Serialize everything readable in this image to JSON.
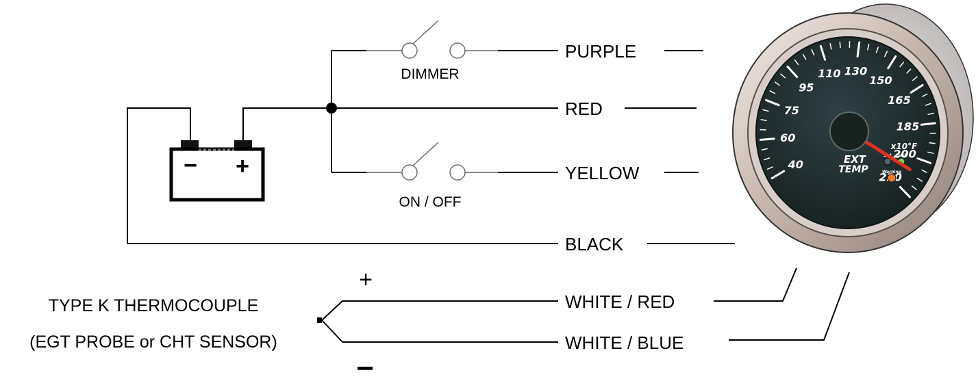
{
  "wires": {
    "purple": "PURPLE",
    "red": "RED",
    "yellow": "YELLOW",
    "black": "BLACK",
    "white_red": "WHITE / RED",
    "white_blue": "WHITE / BLUE"
  },
  "switches": {
    "dimmer": "DIMMER",
    "on_off": "ON / OFF"
  },
  "battery": {
    "neg_symbol": "−",
    "pos_symbol": "+"
  },
  "thermocouple": {
    "line1": "TYPE K THERMOCOUPLE",
    "line2": "(EGT PROBE or CHT SENSOR)",
    "plus": "+",
    "minus": "−"
  },
  "gauge": {
    "scale_labels": [
      "40",
      "60",
      "75",
      "95",
      "110",
      "130",
      "150",
      "165",
      "185",
      "200",
      "220"
    ],
    "name_line1": "EXT",
    "name_line2": "TEMP",
    "unit": "x10°F",
    "indicator_labels": [
      "Set",
      "Peak",
      "Warning"
    ],
    "needle_value": "208",
    "colors": {
      "face": "#243338",
      "needle": "#e0321e",
      "peak_led": "#6fd25a",
      "warning_led": "#f07a2a",
      "bezel": "#c9b8ae"
    }
  }
}
